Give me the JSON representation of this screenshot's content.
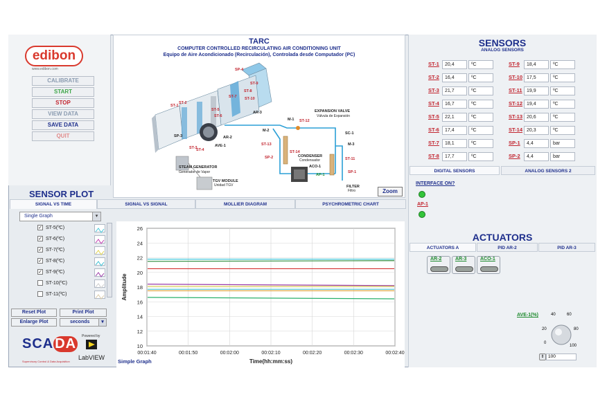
{
  "nav": {
    "logo": "edibon",
    "url": "www.edibon.com",
    "buttons": [
      {
        "label": "CALIBRATE",
        "color": "#8a9bb0"
      },
      {
        "label": "START",
        "color": "#3fa64a"
      },
      {
        "label": "STOP",
        "color": "#c2252f"
      },
      {
        "label": "VIEW DATA",
        "color": "#8a9bb0"
      },
      {
        "label": "SAVE DATA",
        "color": "#1e2f8c"
      },
      {
        "label": "QUIT",
        "color": "#e08a8a"
      }
    ]
  },
  "diagram": {
    "title": "TARC",
    "subtitle1": "COMPUTER CONTROLLED RECIRCULATING AIR CONDITIONING UNIT",
    "subtitle2": "Equipo de Aire Acondicionado (Recirculación), Controlada desde Computador (PC)",
    "zoom": "Zoom",
    "labels": {
      "sp4": "SP-4",
      "st9": "ST-9",
      "st8": "ST-8",
      "st7": "ST-7",
      "st10": "ST-10",
      "st1": "ST-1",
      "st2": "ST-2",
      "st5": "ST-5",
      "st6": "ST-6",
      "ar3": "AR-3",
      "sp3": "SP-3",
      "st3": "ST-3",
      "st4": "ST-4",
      "ar2": "AR-2",
      "ave1": "AVE-1",
      "m1": "M-1",
      "st12": "ST-12",
      "expvalve": "EXPANSION VALVE",
      "expvalve_es": "Válvula de Expansión",
      "m2": "M-2",
      "sc1": "SC-1",
      "st13": "ST-13",
      "m3": "M-3",
      "sp2": "SP-2",
      "st14": "ST-14",
      "condenser": "CONDENSER",
      "condenser_es": "Condensador",
      "aco1": "ACO-1",
      "st11": "ST-11",
      "ap1": "AP-1",
      "sp1": "SP-1",
      "filter": "FILTER",
      "filter_es": "Filtro",
      "steamgen": "STEAM GENERATOR",
      "steamgen_es": "Generador de Vapor",
      "tgv": "TGV MODULE",
      "tgv_es": "Unidad TGV"
    }
  },
  "sensor_plot": {
    "title": "SENSOR PLOT",
    "tabs": [
      "SIGNAL VS TIME",
      "SIGNAL VS SIGNAL",
      "MOLLIER DIAGRAM",
      "PSYCHROMETRIC CHART"
    ],
    "graph_mode": "Single Graph",
    "channels": [
      {
        "label": "ST-5(ºC)",
        "checked": "✓",
        "color": "#43c7d9"
      },
      {
        "label": "ST-6(ºC)",
        "checked": "✓",
        "color": "#c23ab0"
      },
      {
        "label": "ST-7(ºC)",
        "checked": "✓",
        "color": "#e0d24a"
      },
      {
        "label": "ST-8(ºC)",
        "checked": "✓",
        "color": "#3cc0d4"
      },
      {
        "label": "ST-9(ºC)",
        "checked": "✓",
        "color": "#9a3aa8"
      },
      {
        "label": "ST-10(ºC)",
        "checked": "",
        "color": "#cccccc"
      },
      {
        "label": "ST-11(ºC)",
        "checked": "",
        "color": "#d9c9a8"
      }
    ],
    "reset": "Reset Plot",
    "print": "Print Plot",
    "enlarge": "Enlarge Plot",
    "time_unit": "seconds",
    "scada": "SCADA",
    "scada_sub": "Supervisory Control & Data Acquisition",
    "powered": "Powered by",
    "labview": "LabVIEW",
    "graph_caption": "Simple Graph"
  },
  "chart_data": {
    "type": "line",
    "ylabel": "Amplitude",
    "xlabel": "Time(hh:mm:ss)",
    "ylim": [
      10,
      26
    ],
    "yticks": [
      "10",
      "12",
      "14",
      "16",
      "18",
      "20",
      "22",
      "24",
      "26"
    ],
    "xticks": [
      "00:01:40",
      "00:01:50",
      "00:02:00",
      "00:02:10",
      "00:02:20",
      "00:02:30",
      "00:02:40"
    ],
    "grid": true,
    "series": [
      {
        "color": "#43c7d9",
        "values": [
          21.8,
          21.8
        ]
      },
      {
        "color": "#2a8a3a",
        "values": [
          21.5,
          21.6
        ]
      },
      {
        "color": "#d23030",
        "values": [
          20.5,
          20.5
        ]
      },
      {
        "color": "#9a3aa8",
        "values": [
          18.4,
          18.2
        ]
      },
      {
        "color": "#e0d24a",
        "values": [
          18.1,
          18.1
        ]
      },
      {
        "color": "#3cc0d4",
        "values": [
          17.7,
          17.7
        ]
      },
      {
        "color": "#e0a030",
        "values": [
          17.5,
          17.5
        ]
      },
      {
        "color": "#2ab06a",
        "values": [
          16.6,
          16.4
        ]
      }
    ]
  },
  "sensors": {
    "title": "SENSORS",
    "subtitle": "ANALOG SENSORS",
    "left": [
      {
        "name": "ST-1",
        "value": "20,4",
        "unit": "ºC"
      },
      {
        "name": "ST-2",
        "value": "16,4",
        "unit": "ºC"
      },
      {
        "name": "ST-3",
        "value": "21,7",
        "unit": "ºC"
      },
      {
        "name": "ST-4",
        "value": "16,7",
        "unit": "ºC"
      },
      {
        "name": "ST-5",
        "value": "22,1",
        "unit": "ºC"
      },
      {
        "name": "ST-6",
        "value": "17,4",
        "unit": "ºC"
      },
      {
        "name": "ST-7",
        "value": "18,1",
        "unit": "ºC"
      },
      {
        "name": "ST-8",
        "value": "17,7",
        "unit": "ºC"
      }
    ],
    "right": [
      {
        "name": "ST-9",
        "value": "18,4",
        "unit": "ºC"
      },
      {
        "name": "ST-10",
        "value": "17,5",
        "unit": "ºC"
      },
      {
        "name": "ST-11",
        "value": "19,9",
        "unit": "ºC"
      },
      {
        "name": "ST-12",
        "value": "19,4",
        "unit": "ºC"
      },
      {
        "name": "ST-13",
        "value": "20,6",
        "unit": "ºC"
      },
      {
        "name": "ST-14",
        "value": "20,3",
        "unit": "ºC"
      },
      {
        "name": "SP-1",
        "value": "4,4",
        "unit": "bar"
      },
      {
        "name": "SP-2",
        "value": "4,4",
        "unit": "bar"
      }
    ],
    "tabs": [
      "DIGITAL SENSORS",
      "ANALOG SENSORS 2"
    ],
    "interface_label": "INTERFACE ON?",
    "ap_label": "AP-1"
  },
  "actuators": {
    "title": "ACTUATORS",
    "tabs": [
      "ACTUATORS A",
      "PID AR-2",
      "PID AR-3"
    ],
    "items": [
      "AR-2",
      "AR-3",
      "ACO-1"
    ],
    "knob_label": "AVE-1(%)",
    "knob_ticks": [
      "0",
      "20",
      "40",
      "60",
      "80",
      "100"
    ],
    "knob_value": "100"
  }
}
